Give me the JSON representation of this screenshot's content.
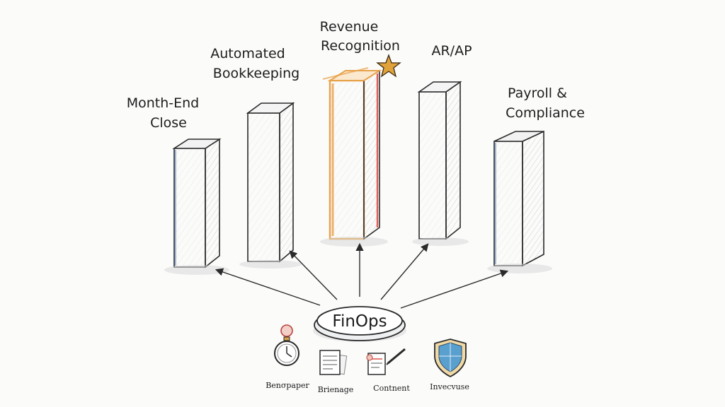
{
  "pillars": [
    {
      "label_lines": [
        "Month-End",
        "Close"
      ],
      "accent": "#9db7d6"
    },
    {
      "label_lines": [
        "Automated",
        "Bookkeeping"
      ],
      "accent": "#c9c9c9"
    },
    {
      "label_lines": [
        "Revenue",
        "Recognition"
      ],
      "accent": "#e8a24a",
      "highlight": "#d9463a"
    },
    {
      "label_lines": [
        "AR/AP"
      ],
      "accent": "#c9c9c9"
    },
    {
      "label_lines": [
        "Payroll &",
        "Compliance"
      ],
      "accent": "#9db7d6"
    }
  ],
  "hub": {
    "label": "FinOps"
  },
  "tools": [
    {
      "label": "Benσpaper",
      "icon": "stopwatch-icon"
    },
    {
      "label": "Brienage",
      "icon": "checklist-icon"
    },
    {
      "label": "Contnent",
      "icon": "contract-pen-icon"
    },
    {
      "label": "Invecvuse",
      "icon": "shield-icon"
    }
  ],
  "colors": {
    "ink": "#1d1d1d",
    "star": "#e0a33c",
    "shield": "#5aa0cf"
  }
}
